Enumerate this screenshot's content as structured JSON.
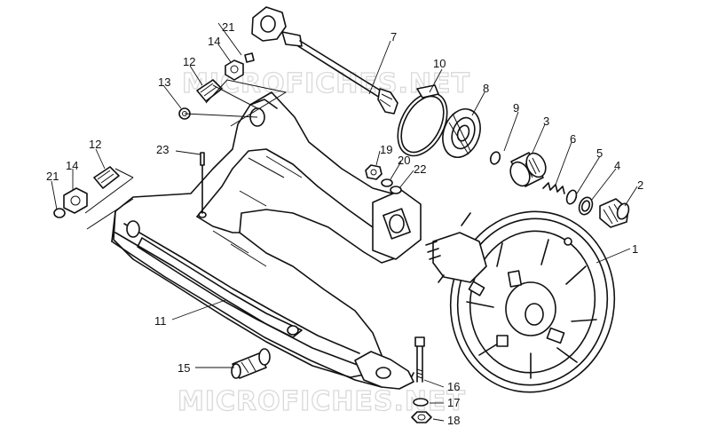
{
  "watermark": "MICROFICHES.NET",
  "callouts": [
    "1",
    "2",
    "3",
    "4",
    "5",
    "6",
    "7",
    "8",
    "9",
    "10",
    "11",
    "12",
    "12",
    "13",
    "14",
    "14",
    "15",
    "16",
    "17",
    "18",
    "19",
    "20",
    "21",
    "21",
    "22",
    "23"
  ]
}
